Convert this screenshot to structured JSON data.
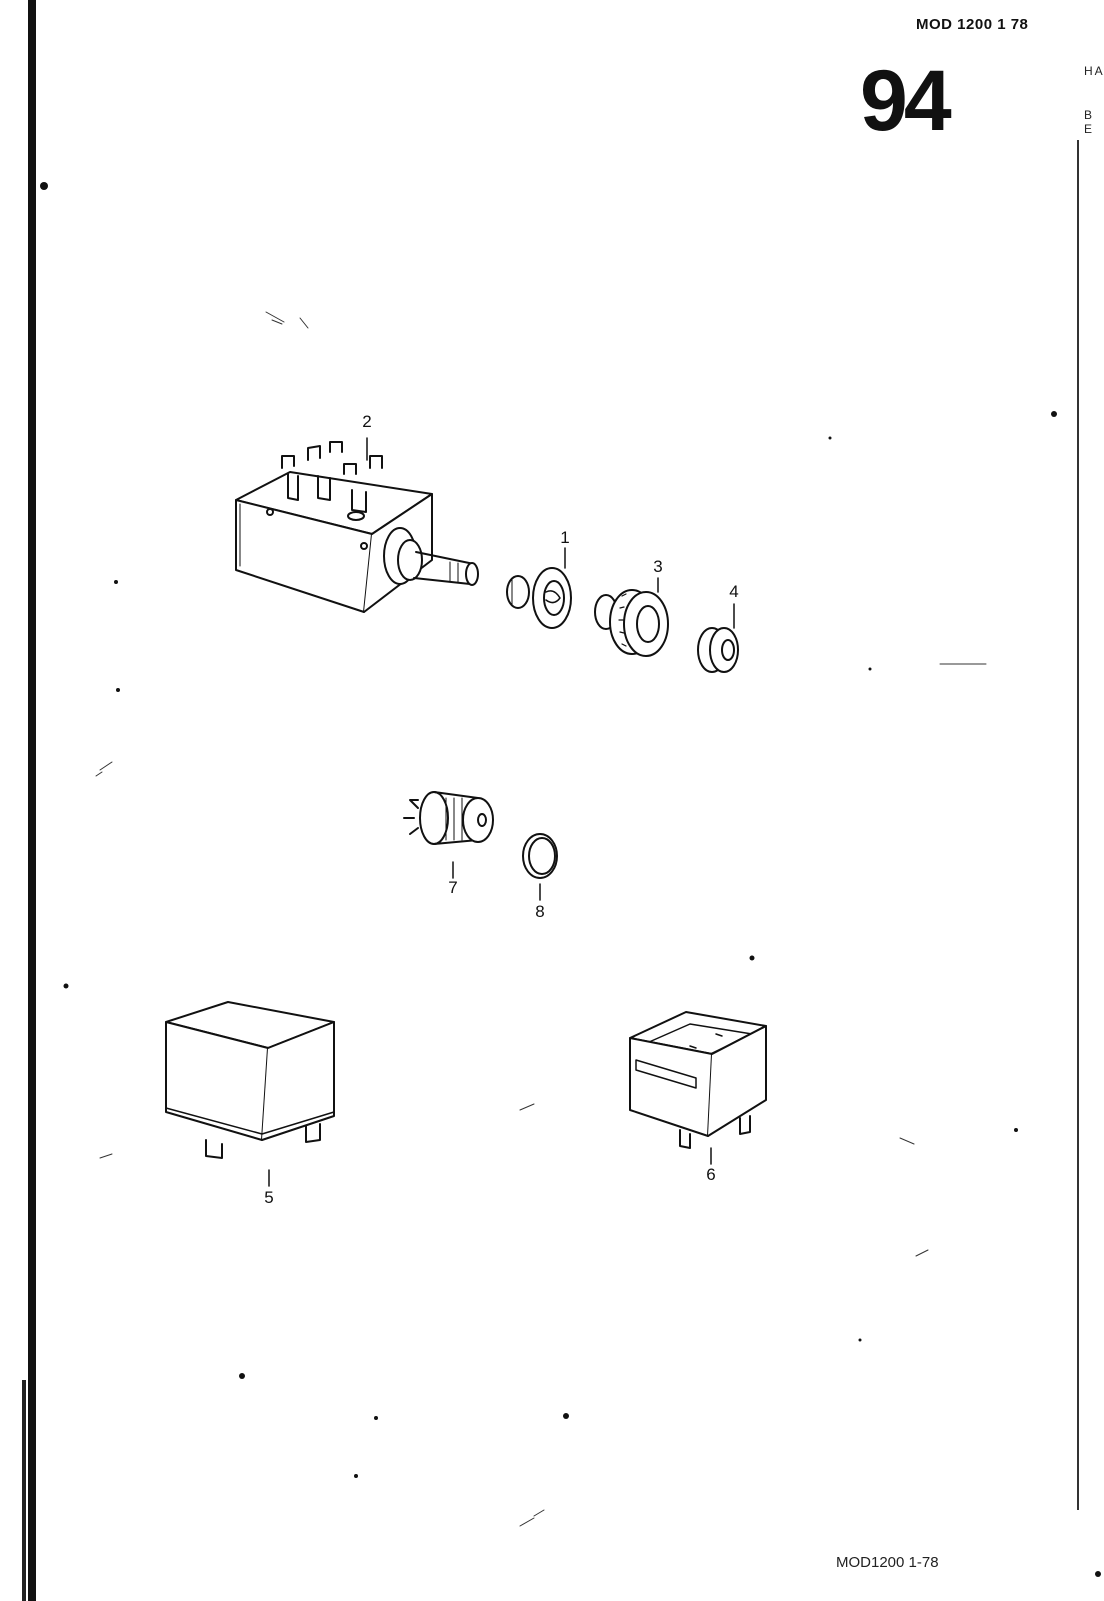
{
  "header": {
    "model_code": "MOD 1200  1 78",
    "page_number": "94"
  },
  "edge_text": {
    "top": "HA",
    "second": "B E"
  },
  "footer": {
    "model_code": "MOD1200  1-78"
  },
  "callouts": {
    "c1": "1",
    "c2": "2",
    "c3": "3",
    "c4": "4",
    "c5": "5",
    "c6": "6",
    "c7": "7",
    "c8": "8"
  }
}
